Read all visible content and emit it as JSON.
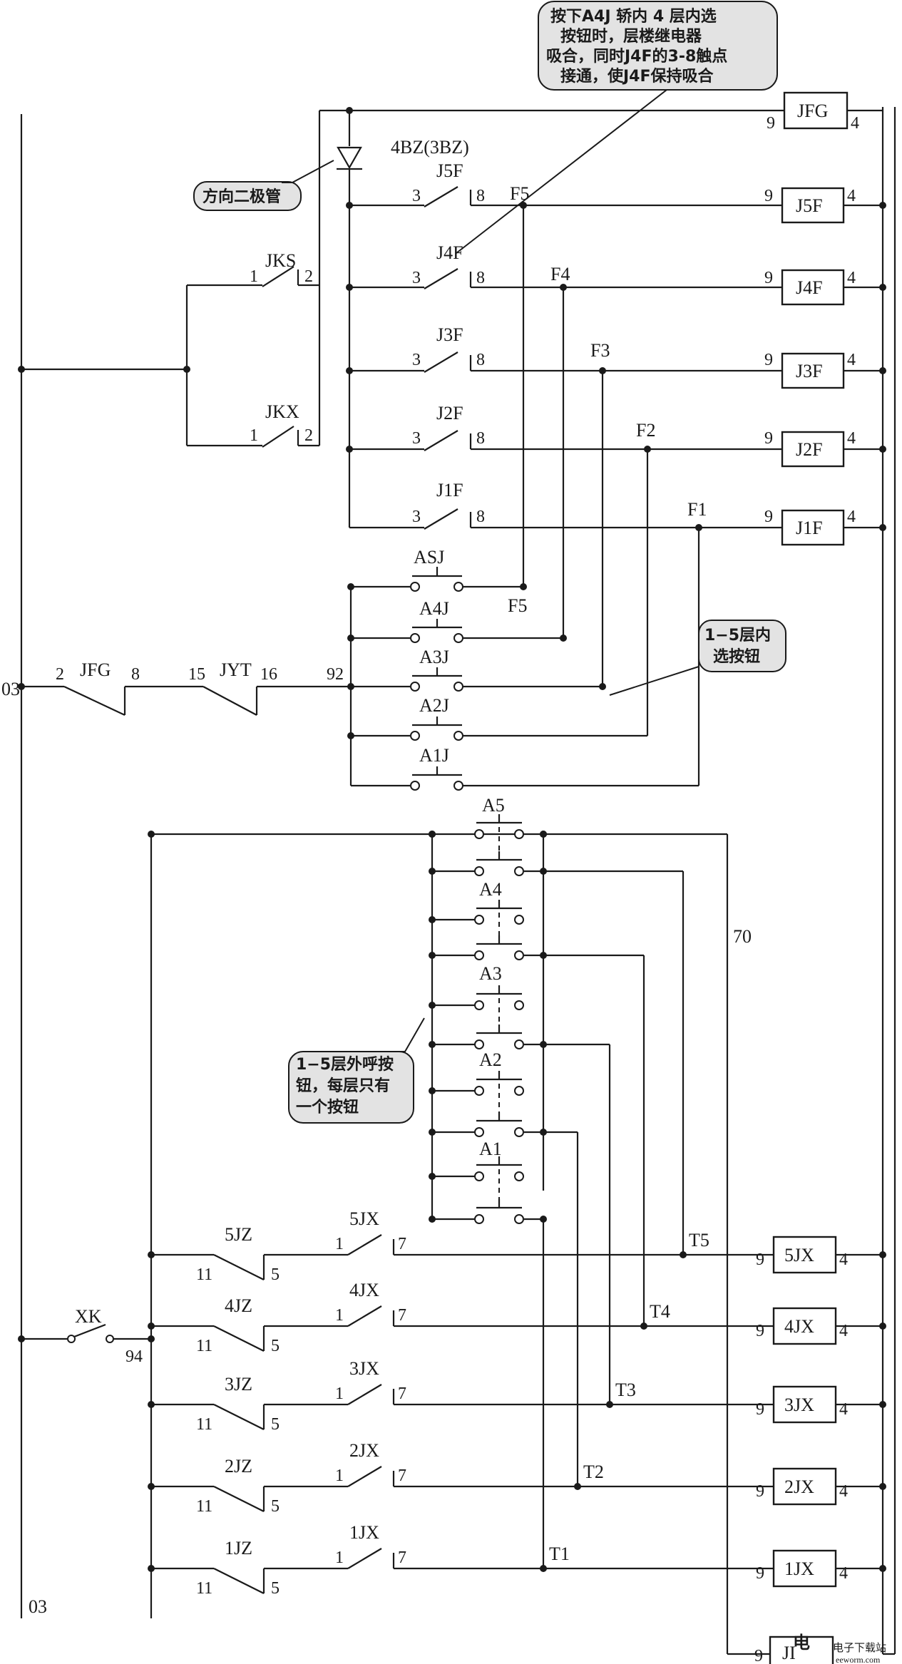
{
  "terminals": {
    "left_top": "03",
    "left_bottom": "03",
    "node_92": "92",
    "node_94": "94",
    "node_70": "70"
  },
  "diode": {
    "label": "4BZ(3BZ)"
  },
  "annotations": {
    "top_note": [
      "按下A4J 轿内 4 层内选",
      "按钮时，层楼继电器",
      "吸合，同时J4F的3-8触点",
      "接通，使J4F保持吸合"
    ],
    "diode_note": "方向二极管",
    "inner_buttons_note": [
      "1−5层内",
      "选按钮"
    ],
    "outer_buttons_note": [
      "1−5层外呼按",
      "钮，每层只有",
      "一个按钮"
    ]
  },
  "direction_contacts": [
    {
      "name": "JKS",
      "pin_a": "1",
      "pin_b": "2"
    },
    {
      "name": "JKX",
      "pin_a": "1",
      "pin_b": "2"
    }
  ],
  "series_contacts": [
    {
      "name": "JFG",
      "pin_a": "2",
      "pin_b": "8"
    },
    {
      "name": "JYT",
      "pin_a": "15",
      "pin_b": "16"
    }
  ],
  "jfg_coil": {
    "name": "JFG",
    "pin_a": "9",
    "pin_b": "4"
  },
  "floor_relays": [
    {
      "contact": "J5F",
      "node": "F5",
      "coil": "J5F",
      "pin_a": "3",
      "pin_b": "8",
      "coil_a": "9",
      "coil_b": "4"
    },
    {
      "contact": "J4F",
      "node": "F4",
      "coil": "J4F",
      "pin_a": "3",
      "pin_b": "8",
      "coil_a": "9",
      "coil_b": "4"
    },
    {
      "contact": "J3F",
      "node": "F3",
      "coil": "J3F",
      "pin_a": "3",
      "pin_b": "8",
      "coil_a": "9",
      "coil_b": "4"
    },
    {
      "contact": "J2F",
      "node": "F2",
      "coil": "J2F",
      "pin_a": "3",
      "pin_b": "8",
      "coil_a": "9",
      "coil_b": "4"
    },
    {
      "contact": "J1F",
      "node": "F1",
      "coil": "J1F",
      "pin_a": "3",
      "pin_b": "8",
      "coil_a": "9",
      "coil_b": "4"
    }
  ],
  "inner_buttons": [
    {
      "label": "ASJ",
      "node": "F5"
    },
    {
      "label": "A4J"
    },
    {
      "label": "A3J"
    },
    {
      "label": "A2J"
    },
    {
      "label": "A1J"
    }
  ],
  "outer_buttons": [
    "A5",
    "A4",
    "A3",
    "A2",
    "A1"
  ],
  "hall_rows": [
    {
      "jz": "5JZ",
      "jx": "5JX",
      "node": "T5",
      "coil": "5JX"
    },
    {
      "jz": "4JZ",
      "jx": "4JX",
      "node": "T4",
      "coil": "4JX"
    },
    {
      "jz": "3JZ",
      "jx": "3JX",
      "node": "T3",
      "coil": "3JX"
    },
    {
      "jz": "2JZ",
      "jx": "2JX",
      "node": "T2",
      "coil": "2JX"
    },
    {
      "jz": "1JZ",
      "jx": "1JX",
      "node": "T1",
      "coil": "1JX"
    }
  ],
  "hall_pins": {
    "jz_a": "11",
    "jz_b": "5",
    "jx_a": "1",
    "jx_b": "7",
    "coil_a": "9",
    "coil_b": "4"
  },
  "switch_xk": {
    "name": "XK"
  },
  "bottom_coil": {
    "name": "JI",
    "pin_a": "9"
  },
  "watermark": {
    "brand": "电子下载站",
    "url": "eeworm.com"
  }
}
